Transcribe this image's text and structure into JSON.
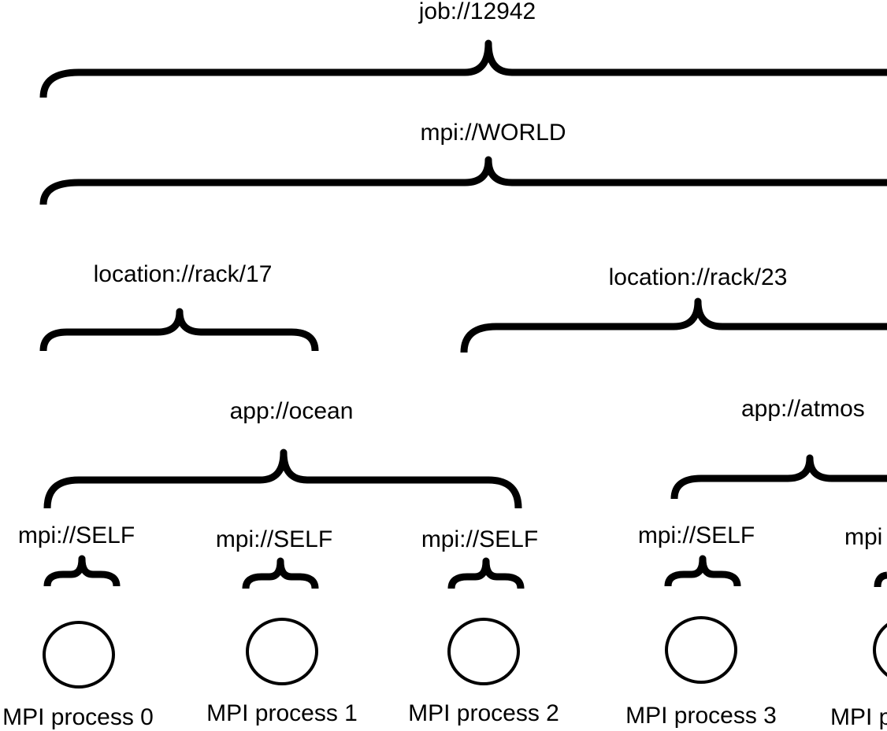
{
  "labels": {
    "job": "job://12942",
    "world": "mpi://WORLD",
    "rack17": "location://rack/17",
    "rack23": "location://rack/23",
    "ocean": "app://ocean",
    "atmos": "app://atmos",
    "self0": "mpi://SELF",
    "self1": "mpi://SELF",
    "self2": "mpi://SELF",
    "self3": "mpi://SELF",
    "self4": "mpi"
  },
  "processes": {
    "p0": "MPI process 0",
    "p1": "MPI process 1",
    "p2": "MPI process 2",
    "p3": "MPI process 3",
    "p4": "MPI p"
  }
}
